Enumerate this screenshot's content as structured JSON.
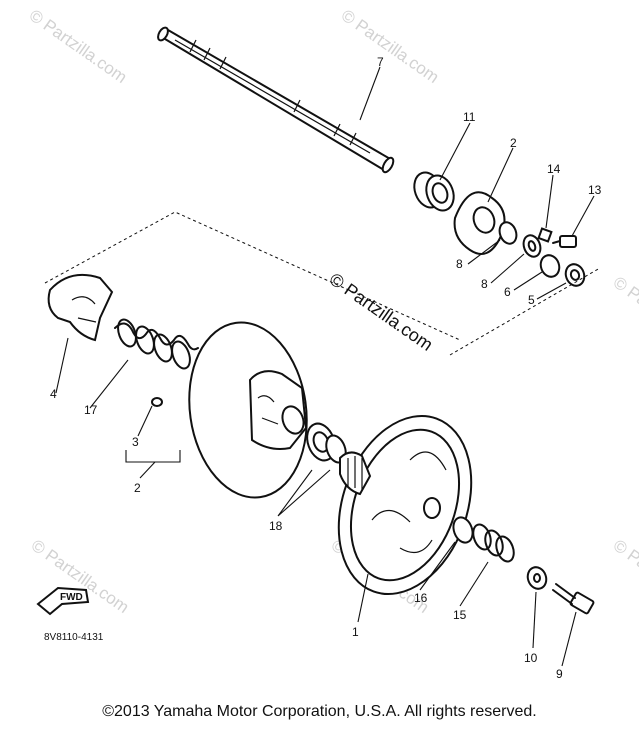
{
  "callouts": {
    "c1": "1",
    "c2a": "2",
    "c2b": "2",
    "c3": "3",
    "c4": "4",
    "c5": "5",
    "c6": "6",
    "c8a": "8",
    "c8b": "8",
    "c7": "7",
    "c9": "9",
    "c10": "10",
    "c11": "11",
    "c13": "13",
    "c14": "14",
    "c15": "15",
    "c16": "16",
    "c17": "17",
    "c18": "18"
  },
  "fwd_label": "FWD",
  "diagram_code": "8V8110-4131",
  "watermark": "© Partzilla.com",
  "copyright": "©2013  Yamaha Motor Corporation, U.S.A. All rights reserved."
}
